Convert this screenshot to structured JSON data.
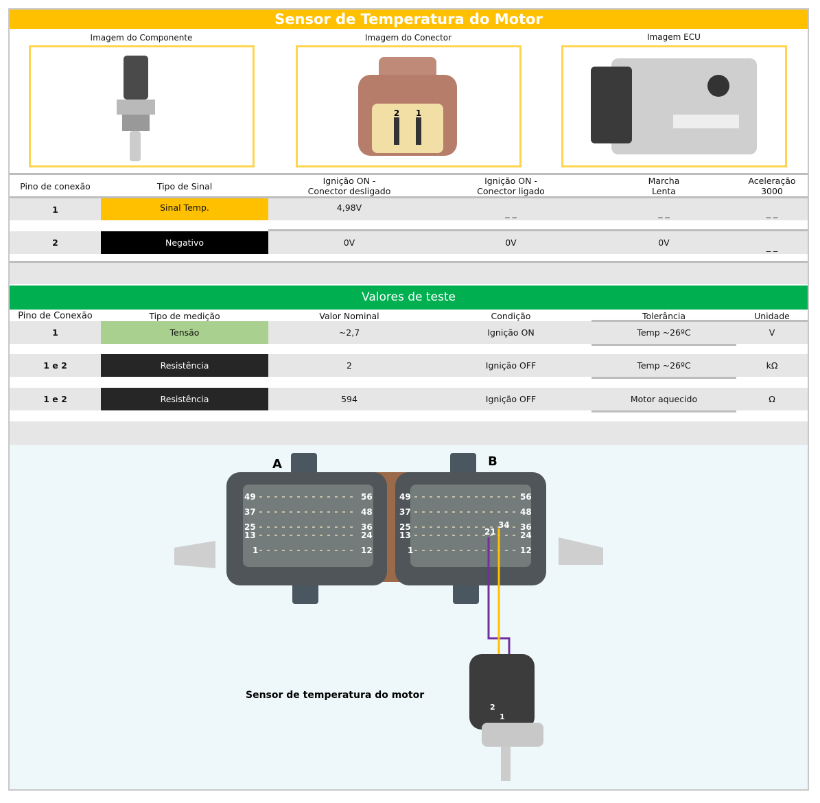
{
  "title": "Sensor de Temperatura do Motor",
  "images": {
    "component": "Imagem do Componente",
    "connector": "Imagem do Conector",
    "ecu": "Imagem ECU",
    "pin2": "2",
    "pin1": "1"
  },
  "signal_table": {
    "headers": [
      "Pino de conexão",
      "Tipo de Sinal",
      "Ignição ON -\nConector desligado",
      "Ignição ON -\nConector ligado",
      "Marcha\nLenta",
      "Aceleração\n3000"
    ],
    "rows": [
      {
        "pin": "1",
        "type": "Sinal Temp.",
        "v1": "4,98V",
        "v2": "_ _",
        "v3": "_ _",
        "v4": "_ _"
      },
      {
        "pin": "2",
        "type": "Negativo",
        "v1": "0V",
        "v2": "0V",
        "v3": "0V",
        "v4": "_ _"
      }
    ]
  },
  "test": {
    "title": "Valores de teste",
    "headers": [
      "Pino de Conexão",
      "Tipo de medição",
      "Valor Nominal",
      "Condição",
      "Tolerância",
      "Unidade"
    ],
    "rows": [
      {
        "pin": "1",
        "type": "Tensão",
        "nominal": "~2,7",
        "cond": "Ignição ON",
        "tol": "Temp ~26ºC",
        "unit": "V"
      },
      {
        "pin": "1 e 2",
        "type": "Resistência",
        "nominal": "2",
        "cond": "Ignição OFF",
        "tol": "Temp ~26ºC",
        "unit": "kΩ"
      },
      {
        "pin": "1 e 2",
        "type": "Resistência",
        "nominal": "594",
        "cond": "Ignição OFF",
        "tol": "Motor aquecido",
        "unit": "Ω"
      }
    ]
  },
  "diagram": {
    "conn_a": "A",
    "conn_b": "B",
    "sensor_label": "Sensor de temperatura do motor",
    "pins_left": [
      "49",
      "37",
      "25",
      "13",
      "1"
    ],
    "pins_right": [
      "56",
      "48",
      "36",
      "24",
      "12"
    ],
    "pin21": "21",
    "pin34": "34",
    "sensor_pin2": "2",
    "sensor_pin1": "1",
    "wire_colors": {
      "purple": "#7030A0",
      "yellow": "#FFC000"
    }
  }
}
